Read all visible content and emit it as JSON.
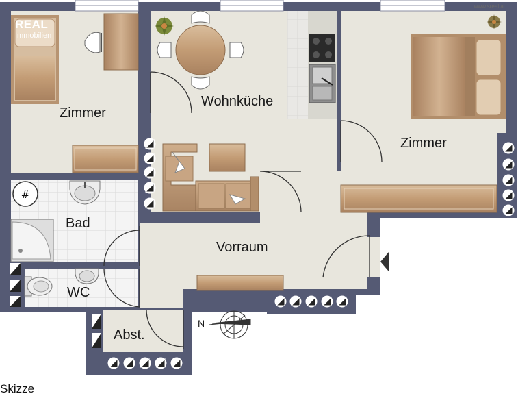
{
  "brand": {
    "name": "REAL",
    "subtitle": "Immobilien",
    "website": "www.sreal.at"
  },
  "rooms": {
    "zimmer_left": "Zimmer",
    "wohnkueche": "Wohnküche",
    "zimmer_right": "Zimmer",
    "bad": "Bad",
    "wc": "WC",
    "vorraum": "Vorraum",
    "abstellraum": "Abst."
  },
  "compass": {
    "north": "N"
  },
  "caption": "Skizze",
  "colors": {
    "wall": "#555a74",
    "floor": "#e8e6dd",
    "tile": "#f2f2f2",
    "furniture": "#c8a583",
    "furniture_dark": "#9b7b5a",
    "bath_fixture": "#e6e6e6",
    "brand": "#ffffff"
  },
  "icons": {
    "plant": "plant-icon",
    "stove": "stove-icon",
    "sink": "sink-icon",
    "floor_drain": "floor-drain-icon",
    "radiator": "radiator-icon",
    "entrance": "entrance-arrow-icon",
    "compass": "compass-icon"
  }
}
